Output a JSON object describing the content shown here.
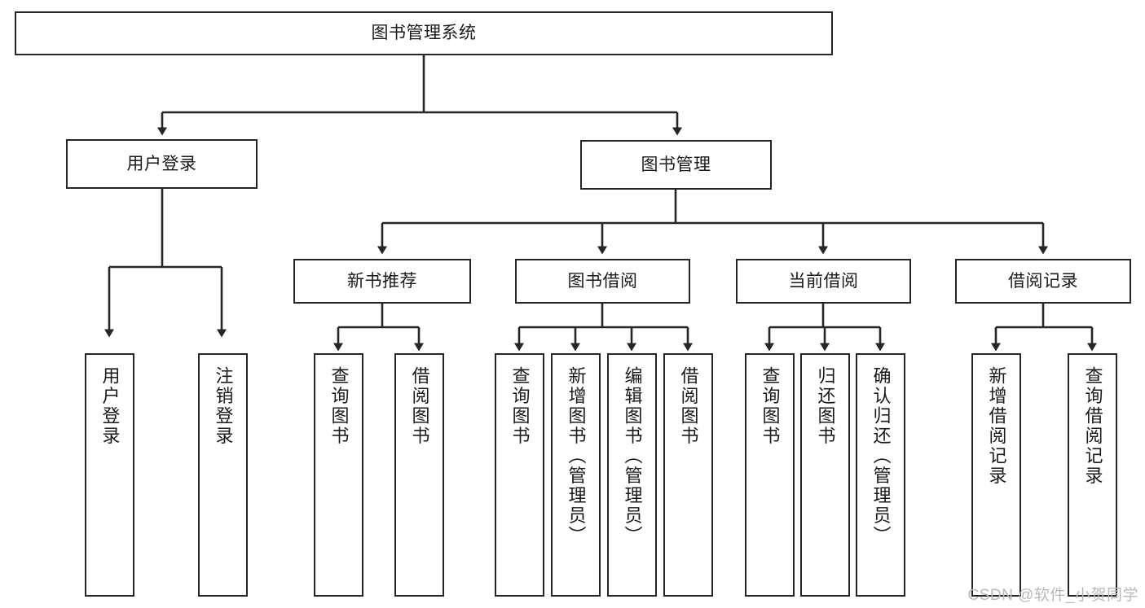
{
  "diagram": {
    "title": "图书管理系统",
    "watermark": "CSDN @软件_小贺同学",
    "colors": {
      "box_border": "#252525",
      "box_fill": "#ffffff",
      "connector": "#262626",
      "text": "#1a1a1a",
      "watermark": "#b9b9b9",
      "background": "#ffffff"
    },
    "root": {
      "label": "图书管理系统"
    },
    "level2": [
      {
        "label": "用户登录"
      },
      {
        "label": "图书管理"
      }
    ],
    "level3": [
      {
        "label": "新书推荐"
      },
      {
        "label": "图书借阅"
      },
      {
        "label": "当前借阅"
      },
      {
        "label": "借阅记录"
      }
    ],
    "leaves": {
      "user_login": [
        {
          "label": "用户登录"
        },
        {
          "label": "注销登录"
        }
      ],
      "new_book_recommend": [
        {
          "label": "查询图书"
        },
        {
          "label": "借阅图书"
        }
      ],
      "book_borrow": [
        {
          "label": "查询图书"
        },
        {
          "label": "新增图书（管理员）"
        },
        {
          "label": "编辑图书（管理员）"
        },
        {
          "label": "借阅图书"
        }
      ],
      "current_borrow": [
        {
          "label": "查询图书"
        },
        {
          "label": "归还图书"
        },
        {
          "label": "确认归还（管理员）"
        }
      ],
      "borrow_record": [
        {
          "label": "新增借阅记录"
        },
        {
          "label": "查询借阅记录"
        }
      ]
    }
  }
}
